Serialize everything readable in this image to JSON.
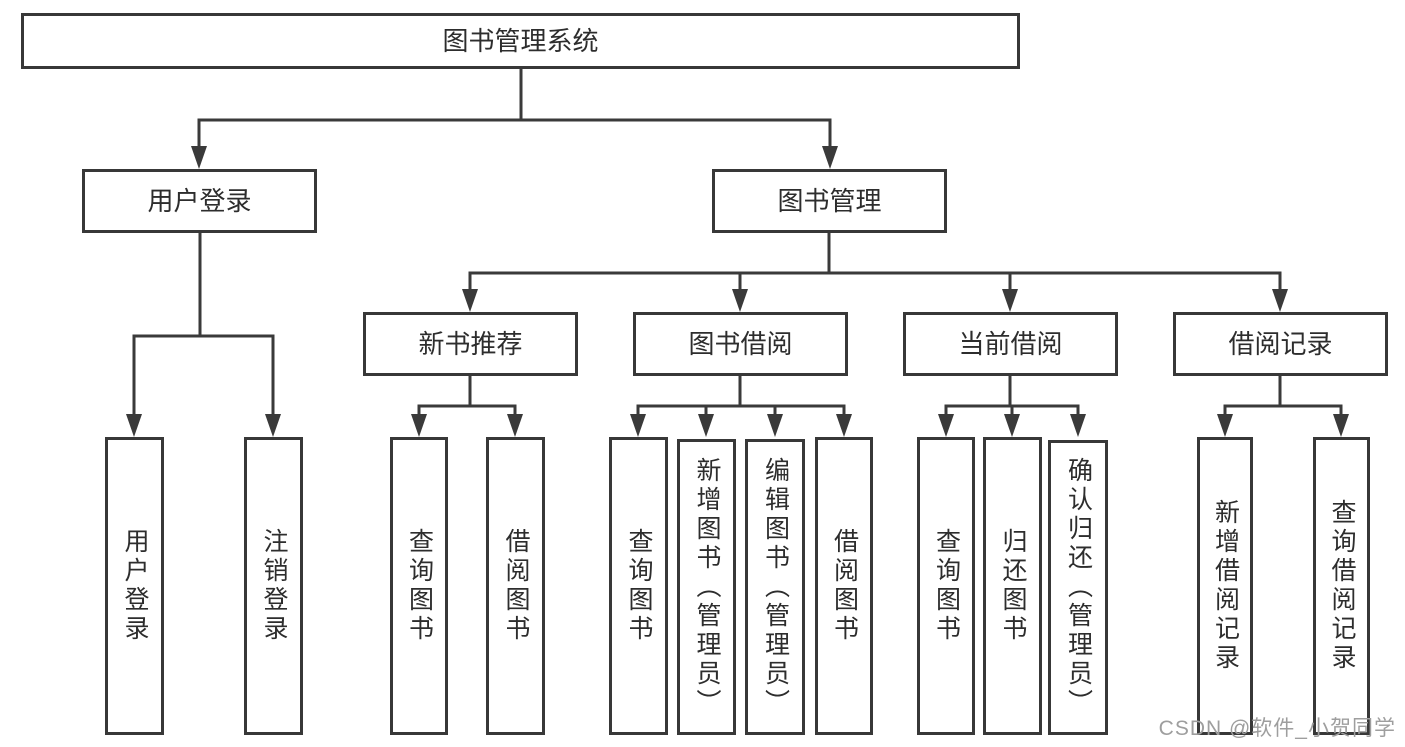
{
  "diagram": {
    "type": "tree-structure-chart",
    "root": {
      "label": "图书管理系统",
      "children": [
        {
          "label": "用户登录",
          "children": [
            {
              "label": "用户登录"
            },
            {
              "label": "注销登录"
            }
          ]
        },
        {
          "label": "图书管理",
          "children": [
            {
              "label": "新书推荐",
              "children": [
                {
                  "label": "查询图书"
                },
                {
                  "label": "借阅图书"
                }
              ]
            },
            {
              "label": "图书借阅",
              "children": [
                {
                  "label": "查询图书"
                },
                {
                  "label": "新增图书（管理员）"
                },
                {
                  "label": "编辑图书（管理员）"
                },
                {
                  "label": "借阅图书"
                }
              ]
            },
            {
              "label": "当前借阅",
              "children": [
                {
                  "label": "查询图书"
                },
                {
                  "label": "归还图书"
                },
                {
                  "label": "确认归还（管理员）"
                }
              ]
            },
            {
              "label": "借阅记录",
              "children": [
                {
                  "label": "新增借阅记录"
                },
                {
                  "label": "查询借阅记录"
                }
              ]
            }
          ]
        }
      ]
    },
    "watermark": "CSDN @软件_小贺同学",
    "colors": {
      "line": "#3a3a3a",
      "box_border": "#383838",
      "text": "#2d2d2d",
      "watermark": "#9e9e9e",
      "background": "#ffffff"
    }
  }
}
